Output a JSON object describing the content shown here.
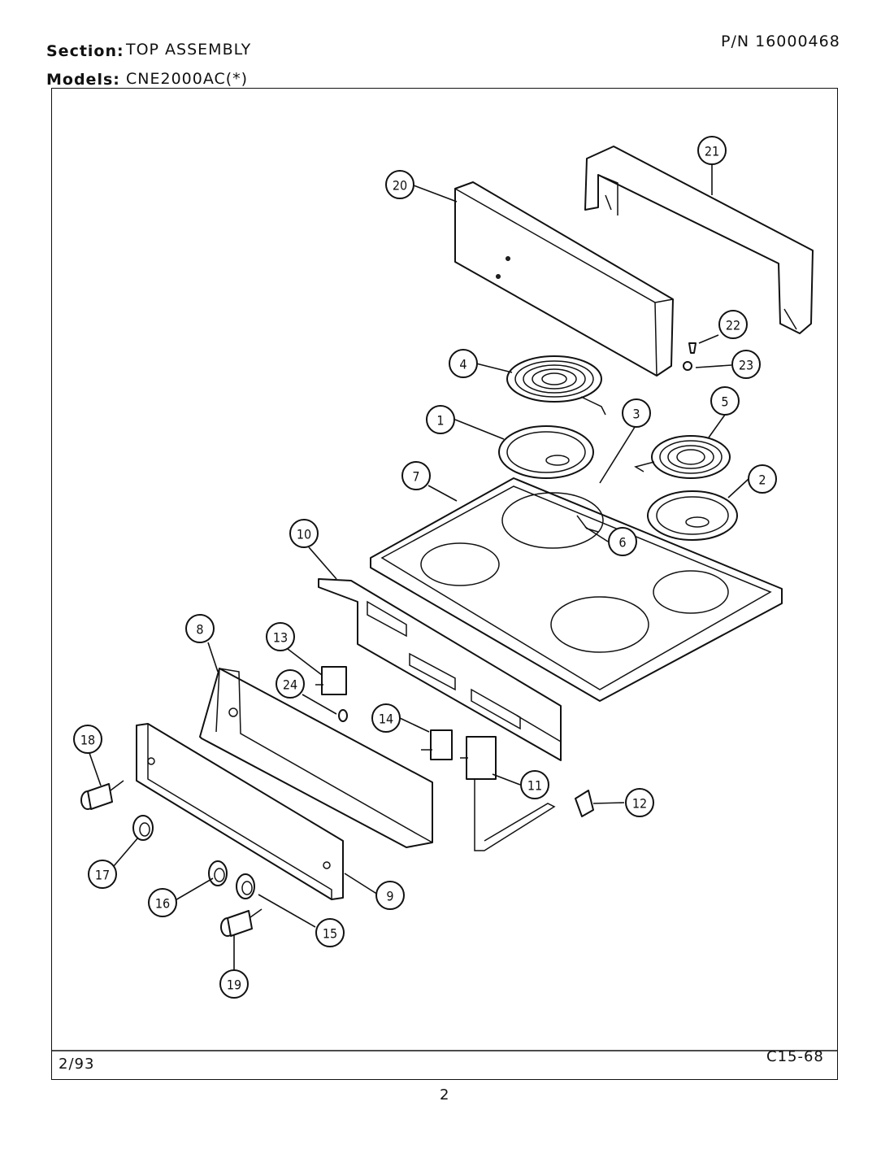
{
  "header": {
    "section_label": "Section:",
    "section_value": "TOP ASSEMBLY",
    "part_number": "P/N 16000468",
    "models_label": "Models:",
    "models_value": "CNE2000AC(*)"
  },
  "footer": {
    "date": "2/93",
    "code": "C15-68",
    "page_number": "2"
  },
  "callouts": [
    "1",
    "2",
    "3",
    "4",
    "5",
    "6",
    "7",
    "8",
    "9",
    "10",
    "11",
    "12",
    "13",
    "14",
    "15",
    "16",
    "17",
    "18",
    "19",
    "20",
    "21",
    "22",
    "23",
    "24"
  ]
}
